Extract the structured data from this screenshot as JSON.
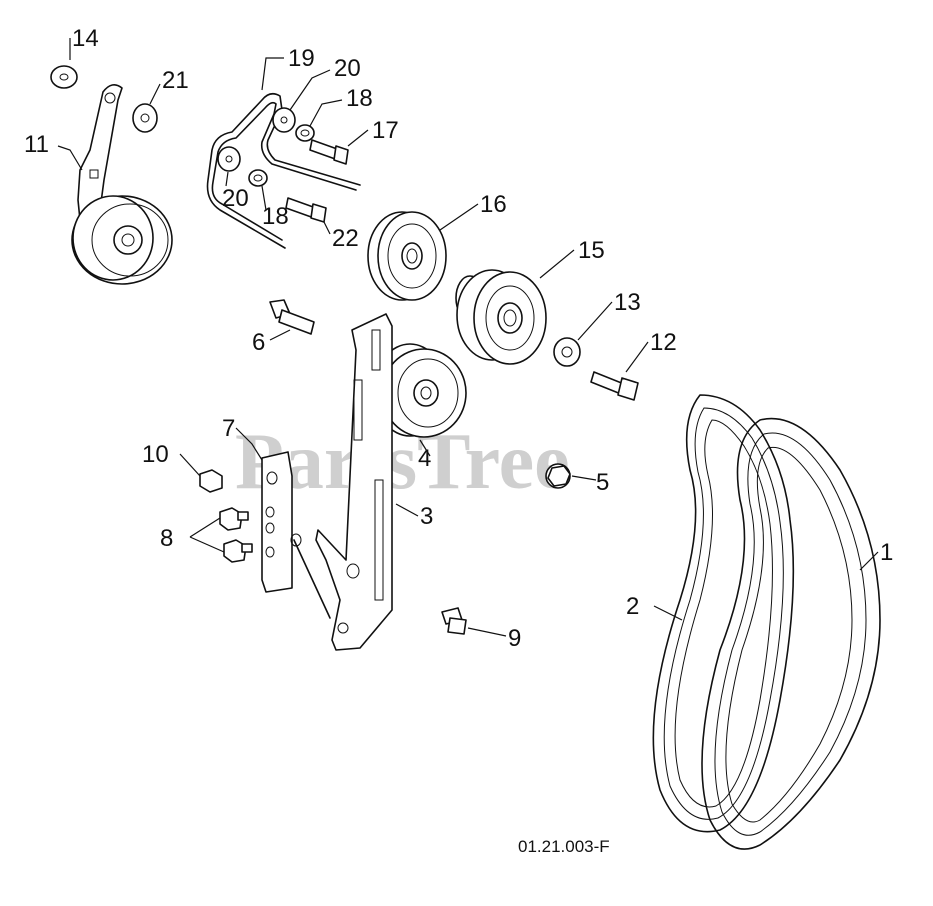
{
  "watermark": "PartsTree",
  "drawing_code": "01.21.003-F",
  "callouts": {
    "c1": "1",
    "c2": "2",
    "c3": "3",
    "c4": "4",
    "c5": "5",
    "c6": "6",
    "c7": "7",
    "c8": "8",
    "c9": "9",
    "c10": "10",
    "c11": "11",
    "c12": "12",
    "c13": "13",
    "c14": "14",
    "c15": "15",
    "c16": "16",
    "c17": "17",
    "c18a": "18",
    "c18b": "18",
    "c19": "19",
    "c20a": "20",
    "c20b": "20",
    "c21": "21",
    "c22": "22"
  }
}
